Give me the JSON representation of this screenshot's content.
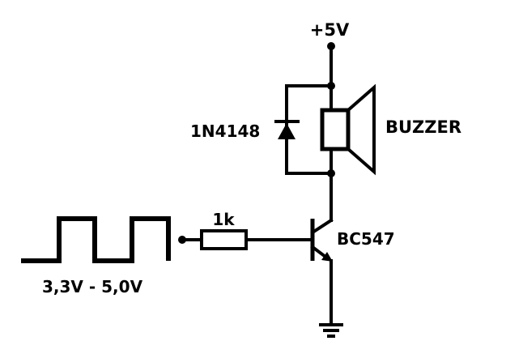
{
  "labels": {
    "supply": "+5V",
    "diode": "1N4148",
    "buzzer": "BUZZER",
    "resistor": "1k",
    "transistor": "BC547",
    "input_range": "3,3V - 5,0V"
  },
  "colors": {
    "ink": "#000000",
    "background": "#ffffff"
  }
}
